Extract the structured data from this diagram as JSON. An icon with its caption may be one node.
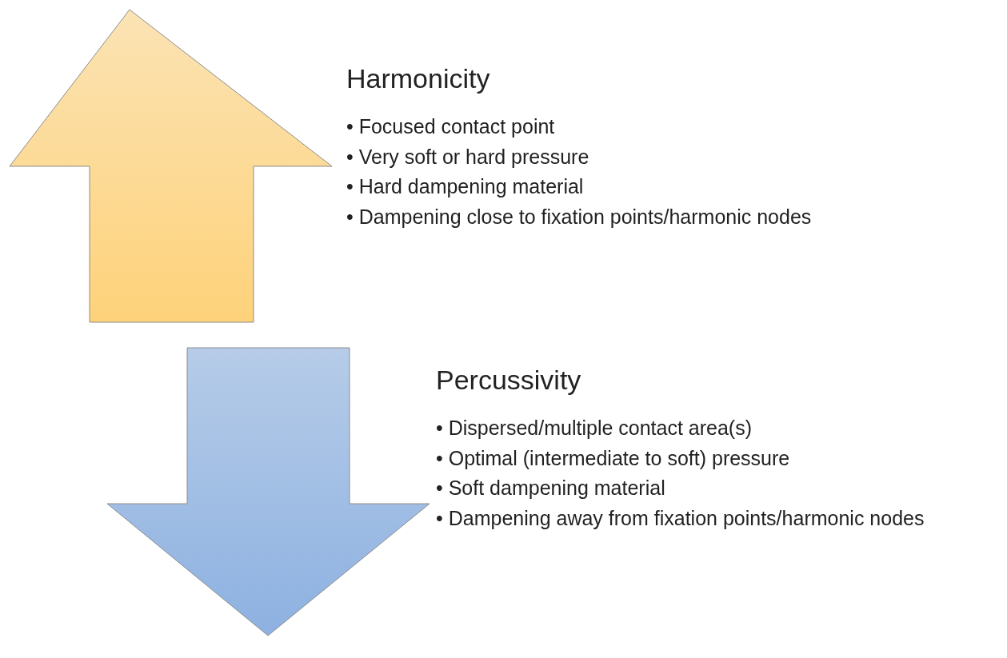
{
  "diagram": {
    "labels": [
      "Harmonicity",
      "• Focused contact point",
      "• Very soft or hard pressure",
      "• Hard dampening material",
      "• Dampening close to fixation points/harmonic nodes",
      "Percussivity",
      "• Dispersed/multiple contact area(s)",
      "• Optimal (intermediate to soft) pressure",
      "• Soft dampening material",
      "• Dampening away from fixation points/harmonic nodes"
    ]
  }
}
